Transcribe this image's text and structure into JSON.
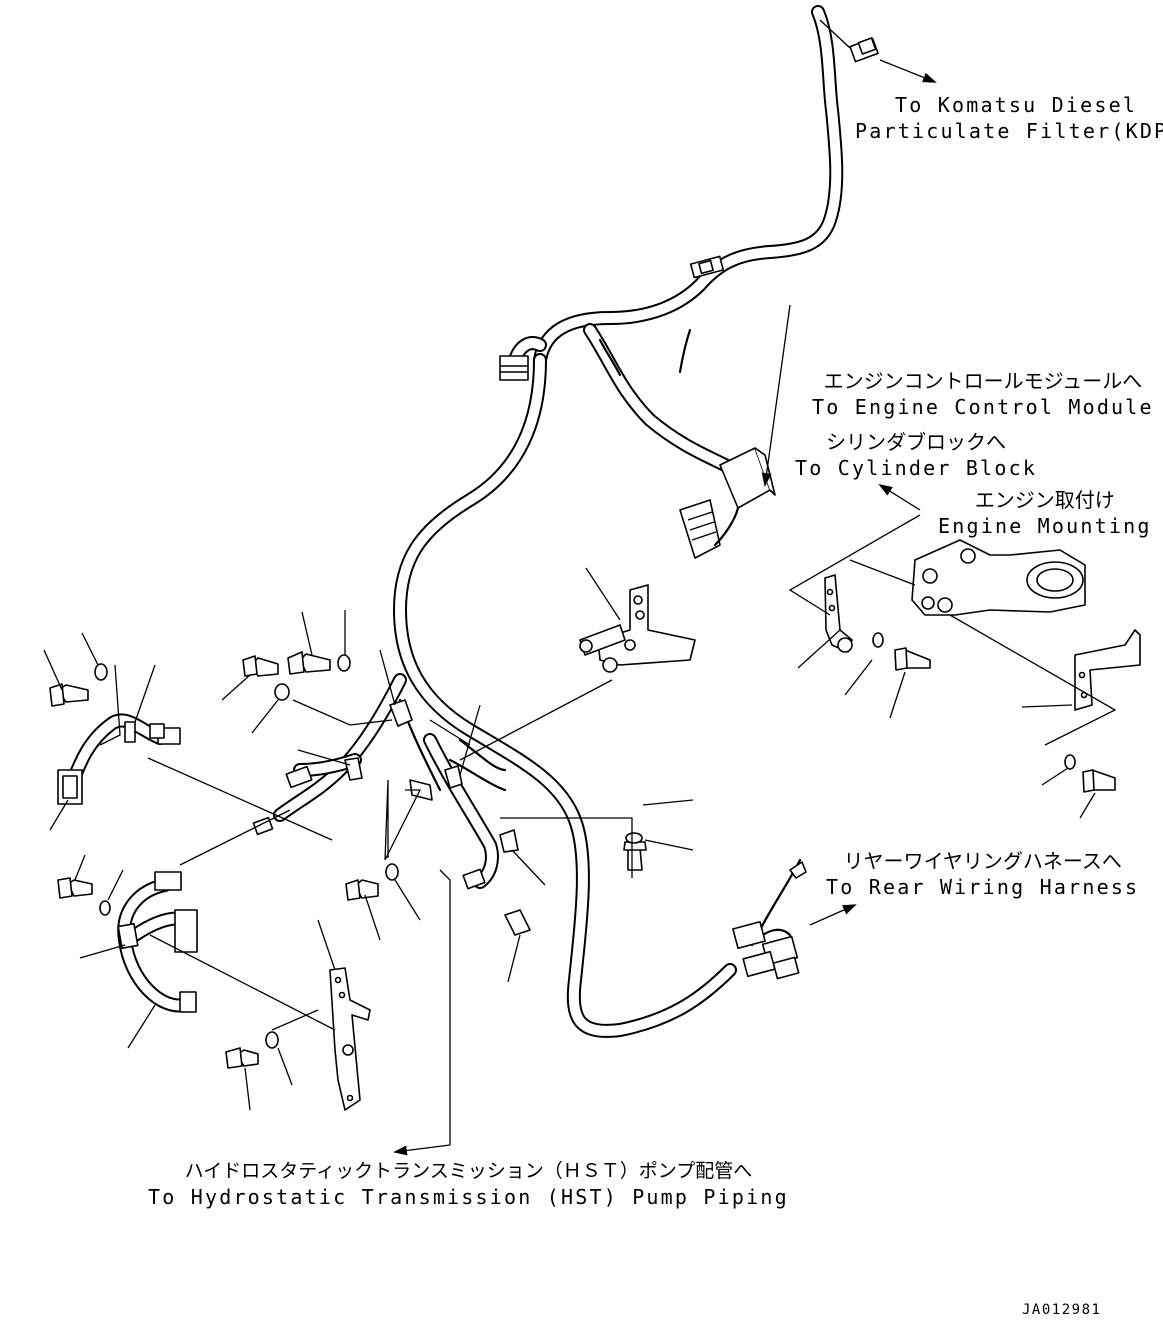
{
  "labels": {
    "kdpf": {
      "line1": "To Komatsu Diesel",
      "line2": "Particulate Filter(KDPF)"
    },
    "ecm": {
      "jp": "エンジンコントロールモジュールへ",
      "en": "To Engine Control Module"
    },
    "cylinder_block": {
      "jp": "シリンダブロックへ",
      "en": "To Cylinder Block"
    },
    "engine_mounting": {
      "jp": "エンジン取付け",
      "en": "Engine Mounting"
    },
    "rear_harness": {
      "jp": "リヤーワイヤリングハネースへ",
      "en": "To Rear Wiring Harness"
    },
    "hst": {
      "jp": "ハイドロスタティックトランスミッション（ＨＳＴ）ポンプ配管へ",
      "en": "To Hydrostatic Transmission (HST) Pump Piping"
    }
  },
  "drawing_code": "JA012981"
}
